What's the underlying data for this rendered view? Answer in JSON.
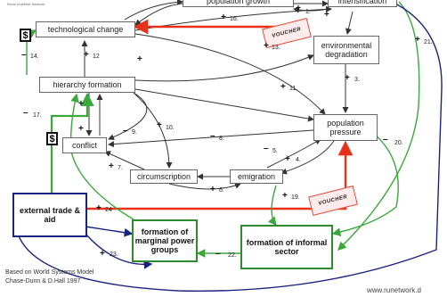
{
  "corner_text": "Rural Universe Network",
  "nodes": {
    "population_growth": "population growth",
    "intensification": "intensification",
    "technological_change": "technological change",
    "environmental_degradation": "environmental degradation",
    "hierarchy_formation": "hierarchy formation",
    "population_pressure": "population pressure",
    "conflict": "conflict",
    "circumscription": "circumscription",
    "emigration": "emigration",
    "external_trade": "external trade & aid",
    "marginal_power": "formation of marginal power groups",
    "informal_sector": "formation of informal sector"
  },
  "voucher_label": "VOUCHER",
  "dollar_symbol": "$",
  "link_labels": {
    "n1": "1.",
    "n3": "3.",
    "n4": "4.",
    "n5": "5.",
    "n6": "6.",
    "n7": "7.",
    "n8": "8.",
    "n9": "9.",
    "n10": "10.",
    "n11": "11.",
    "n12": "12",
    "n13": "13.",
    "n14": "14.",
    "n16": "16.",
    "n17": "17.",
    "n19": "19.",
    "n20": "20.",
    "n21": "21.",
    "n22": "22.",
    "n23": "23.",
    "n24": "24"
  },
  "signs": {
    "plus": "+",
    "minus": "–"
  },
  "credit_line1": "Based on World Systems Model",
  "credit_line2": "Chase-Dunn & D.Hall 1997",
  "url": "www.runetwork.d",
  "colors": {
    "red": "#e8311a",
    "green": "#3aa83a",
    "navy": "#1a237e",
    "line": "#333333"
  }
}
